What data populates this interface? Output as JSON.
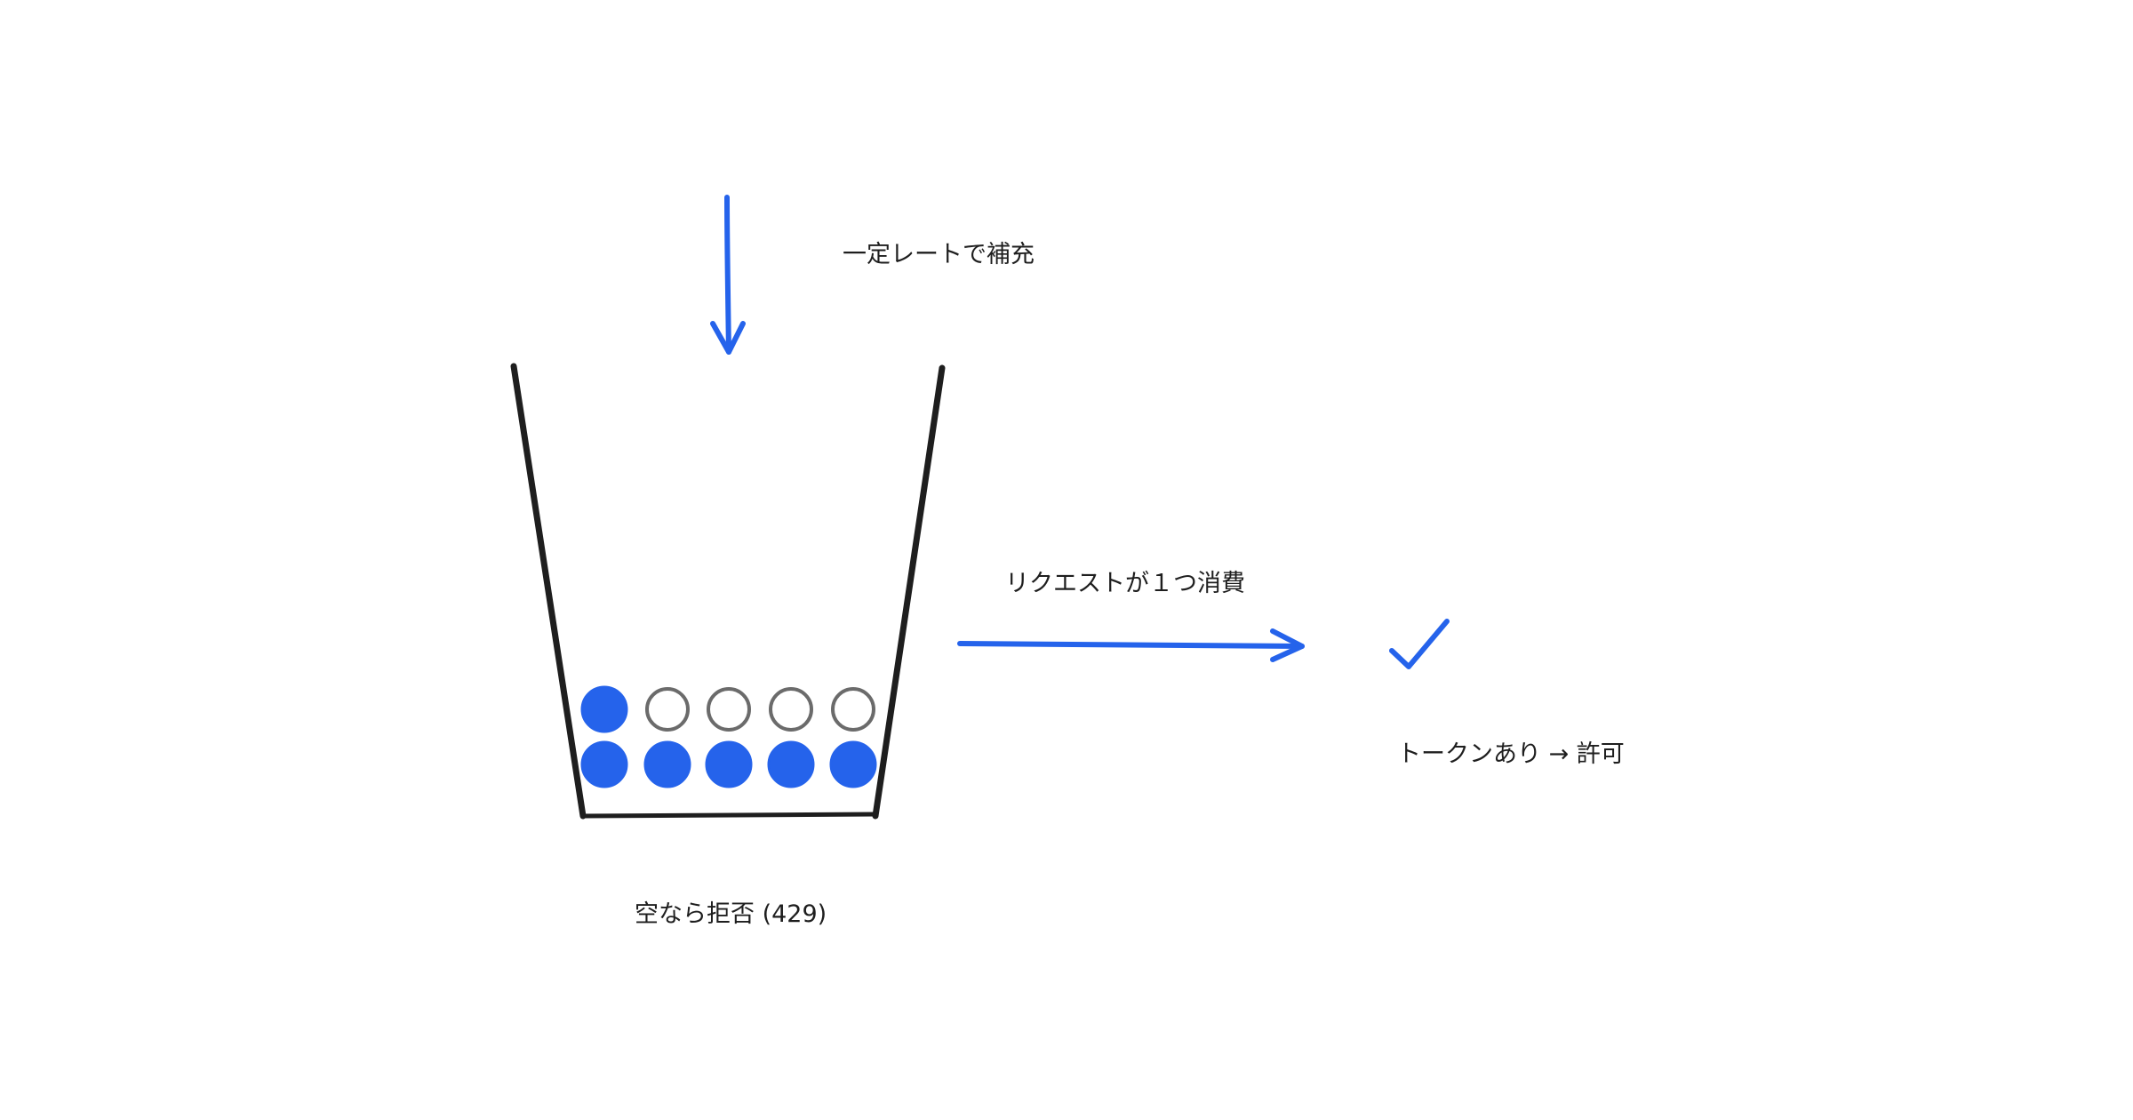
{
  "labels": {
    "refill": "一定レートで補充",
    "consume": "リクエストが１つ消費",
    "allowed": "トークンあり → 許可",
    "rejected": "空なら拒否 (429)"
  },
  "tokens": {
    "top_row": [
      "filled",
      "empty",
      "empty",
      "empty",
      "empty"
    ],
    "bottom_row": [
      "filled",
      "filled",
      "filled",
      "filled",
      "filled"
    ]
  },
  "colors": {
    "accent": "#2563eb",
    "stroke": "#1e1e1e",
    "empty_token": "#6b6b6b",
    "text": "#1e1e1e",
    "background": "#ffffff"
  },
  "icons": {
    "refill_arrow": "arrow-down-icon",
    "consume_arrow": "arrow-right-icon",
    "allowed_mark": "check-icon"
  }
}
